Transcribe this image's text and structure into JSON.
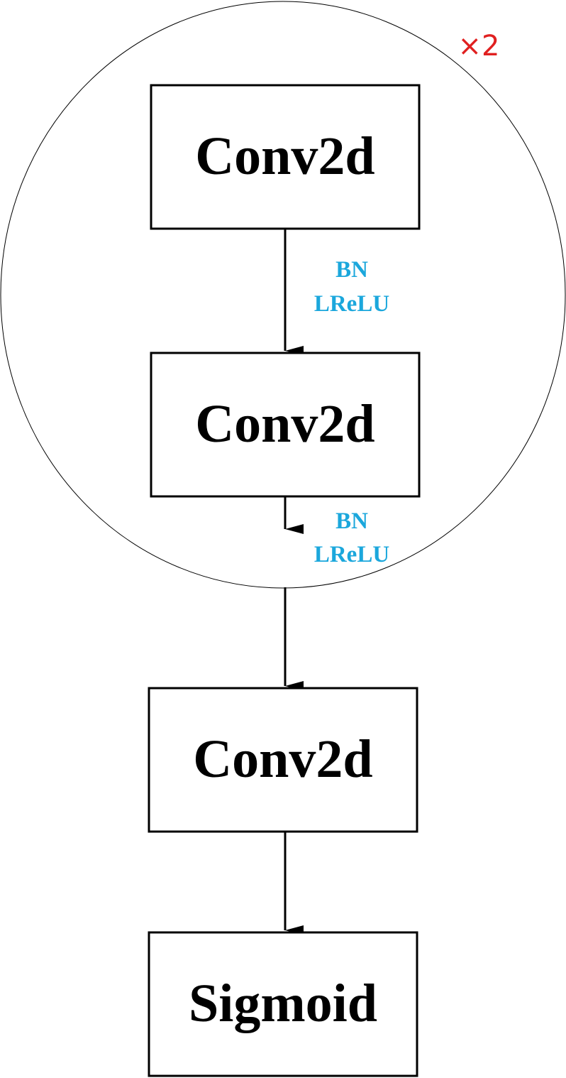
{
  "repeat": {
    "label": "×2",
    "color": "#e02020"
  },
  "nodes": [
    {
      "label": "Conv2d"
    },
    {
      "label": "Conv2d"
    },
    {
      "label": "Conv2d"
    },
    {
      "label": "Sigmoid"
    }
  ],
  "edge_labels": [
    {
      "line1": "BN",
      "line2": "LReLU"
    },
    {
      "line1": "BN",
      "line2": "LReLU"
    }
  ],
  "colors": {
    "edge_label": "#1ba7dc",
    "stroke": "#000000"
  }
}
